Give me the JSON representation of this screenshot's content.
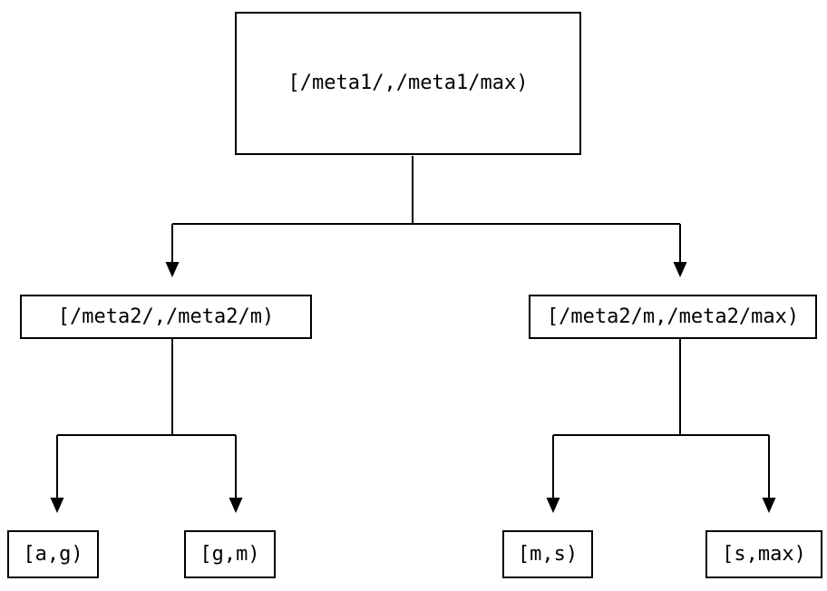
{
  "colors": {
    "line": "#000000",
    "box_border": "#000000",
    "text": "#000000",
    "background": "#ffffff"
  },
  "tree": {
    "root": {
      "label": "[/meta1/,/meta1/max)"
    },
    "children": [
      {
        "label": "[/meta2/,/meta2/m)",
        "children": [
          {
            "label": "[a,g)"
          },
          {
            "label": "[g,m)"
          }
        ]
      },
      {
        "label": "[/meta2/m,/meta2/max)",
        "children": [
          {
            "label": "[m,s)"
          },
          {
            "label": "[s,max)"
          }
        ]
      }
    ]
  }
}
